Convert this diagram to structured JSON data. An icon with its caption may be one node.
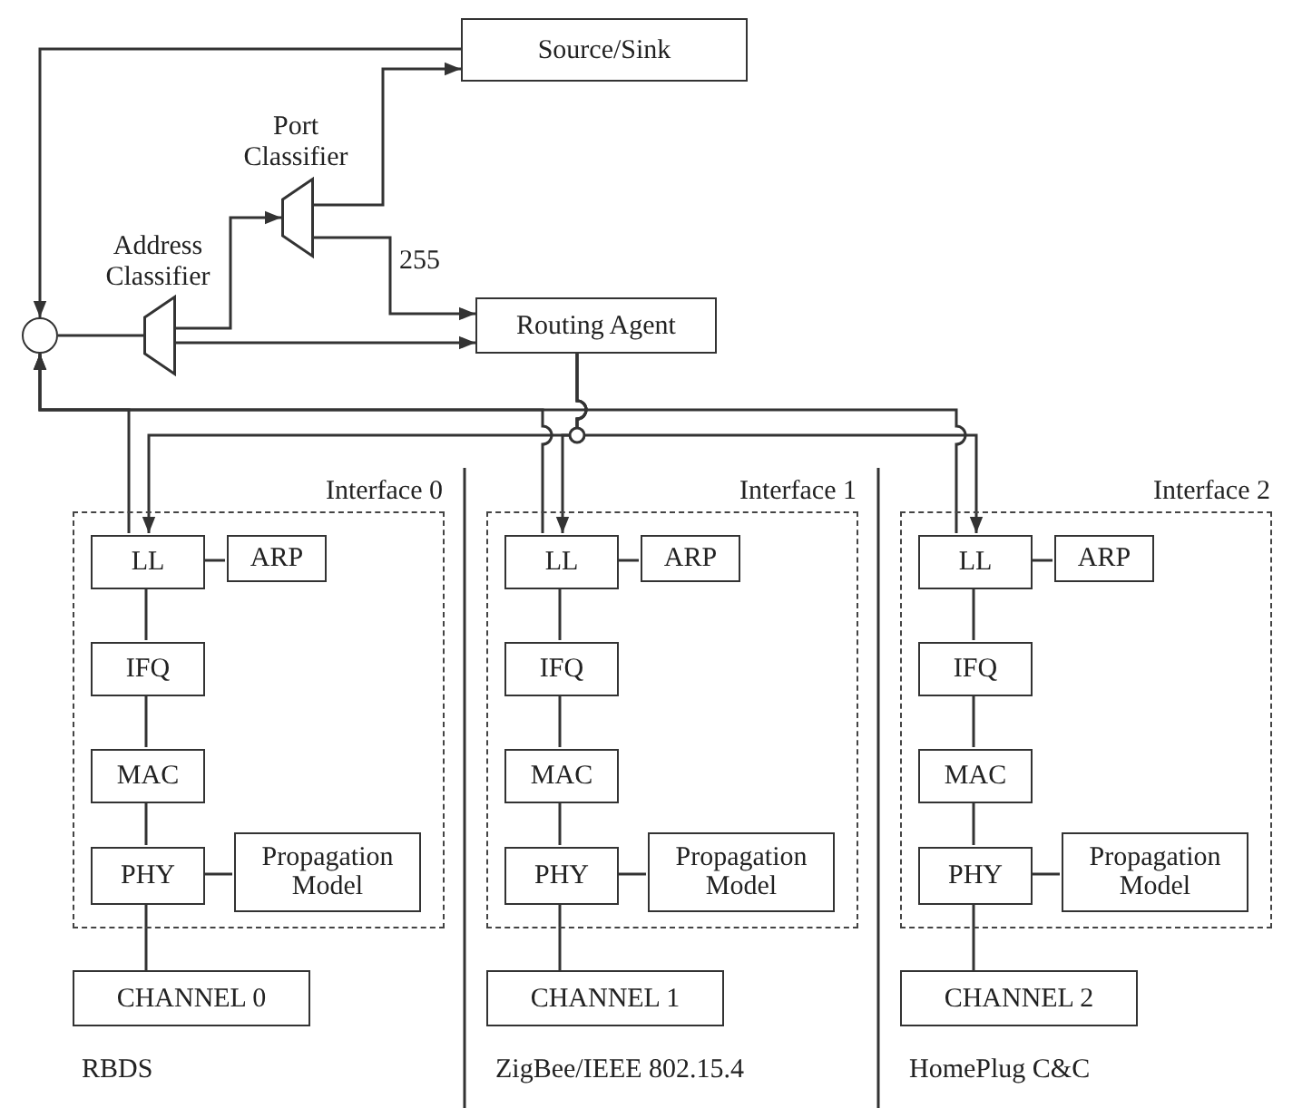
{
  "diagram": {
    "nodes": [
      {
        "text": [
          "Source/Sink"
        ]
      },
      {
        "text": [
          "Port Classifier"
        ]
      },
      {
        "text": [
          "Address Classifier"
        ]
      },
      {
        "text": [],
        "shape": "circle"
      },
      {
        "text": [
          "Routing Agent"
        ]
      },
      {
        "text": [
          "Interface 0"
        ]
      },
      {
        "text": [
          "LL"
        ],
        "in": 5
      },
      {
        "text": [
          "ARP"
        ],
        "in": 5
      },
      {
        "text": [
          "IFQ"
        ],
        "in": 5
      },
      {
        "text": [
          "MAC"
        ],
        "in": 5
      },
      {
        "text": [
          "PHY"
        ],
        "in": 5
      },
      {
        "text": [
          "Propagation Model"
        ],
        "in": 5
      },
      {
        "text": [
          "CHANNEL 0"
        ]
      },
      {
        "text": [
          "Interface 1"
        ]
      },
      {
        "text": [
          "LL"
        ],
        "in": 13
      },
      {
        "text": [
          "ARP"
        ],
        "in": 13
      },
      {
        "text": [
          "IFQ"
        ],
        "in": 13
      },
      {
        "text": [
          "MAC"
        ],
        "in": 13
      },
      {
        "text": [
          "PHY"
        ],
        "in": 13
      },
      {
        "text": [
          "Propagation Model"
        ],
        "in": 13
      },
      {
        "text": [
          "CHANNEL 1"
        ]
      },
      {
        "text": [
          "Interface 2"
        ]
      },
      {
        "text": [
          "LL"
        ],
        "in": 21
      },
      {
        "text": [
          "ARP"
        ],
        "in": 21
      },
      {
        "text": [
          "IFQ"
        ],
        "in": 21
      },
      {
        "text": [
          "MAC"
        ],
        "in": 21
      },
      {
        "text": [
          "PHY"
        ],
        "in": 21
      },
      {
        "text": [
          "Propagation Model"
        ],
        "in": 21
      },
      {
        "text": [
          "CHANNEL 2"
        ]
      }
    ],
    "edges": [
      {
        "from": 0,
        "to": 3,
        "arrow": "to"
      },
      {
        "from": 3,
        "to": 2,
        "arrow": "none"
      },
      {
        "from": 2,
        "to": 1,
        "arrow": "to"
      },
      {
        "from": 2,
        "to": 4,
        "arrow": "to"
      },
      {
        "from": 1,
        "to": 0,
        "arrow": "to"
      },
      {
        "from": 1,
        "to": 4,
        "arrow": "to",
        "label": "255"
      },
      {
        "from": 4,
        "to": 6,
        "arrow": "to"
      },
      {
        "from": 4,
        "to": 14,
        "arrow": "to"
      },
      {
        "from": 4,
        "to": 22,
        "arrow": "to"
      },
      {
        "from": 6,
        "to": 3,
        "arrow": "to"
      },
      {
        "from": 14,
        "to": 3,
        "arrow": "to"
      },
      {
        "from": 22,
        "to": 3,
        "arrow": "to"
      },
      {
        "from": 6,
        "to": 7,
        "arrow": "none"
      },
      {
        "from": 6,
        "to": 8,
        "arrow": "none"
      },
      {
        "from": 8,
        "to": 9,
        "arrow": "none"
      },
      {
        "from": 9,
        "to": 10,
        "arrow": "none"
      },
      {
        "from": 10,
        "to": 11,
        "arrow": "none"
      },
      {
        "from": 10,
        "to": 12,
        "arrow": "none"
      },
      {
        "from": 14,
        "to": 15,
        "arrow": "none"
      },
      {
        "from": 14,
        "to": 16,
        "arrow": "none"
      },
      {
        "from": 16,
        "to": 17,
        "arrow": "none"
      },
      {
        "from": 17,
        "to": 18,
        "arrow": "none"
      },
      {
        "from": 18,
        "to": 19,
        "arrow": "none"
      },
      {
        "from": 18,
        "to": 20,
        "arrow": "none"
      },
      {
        "from": 22,
        "to": 23,
        "arrow": "none"
      },
      {
        "from": 22,
        "to": 24,
        "arrow": "none"
      },
      {
        "from": 24,
        "to": 25,
        "arrow": "none"
      },
      {
        "from": 25,
        "to": 26,
        "arrow": "none"
      },
      {
        "from": 26,
        "to": 27,
        "arrow": "none"
      },
      {
        "from": 26,
        "to": 28,
        "arrow": "none"
      }
    ],
    "labels": [
      "RBDS",
      "ZigBee/IEEE 802.15.4",
      "HomePlug C&C"
    ]
  }
}
